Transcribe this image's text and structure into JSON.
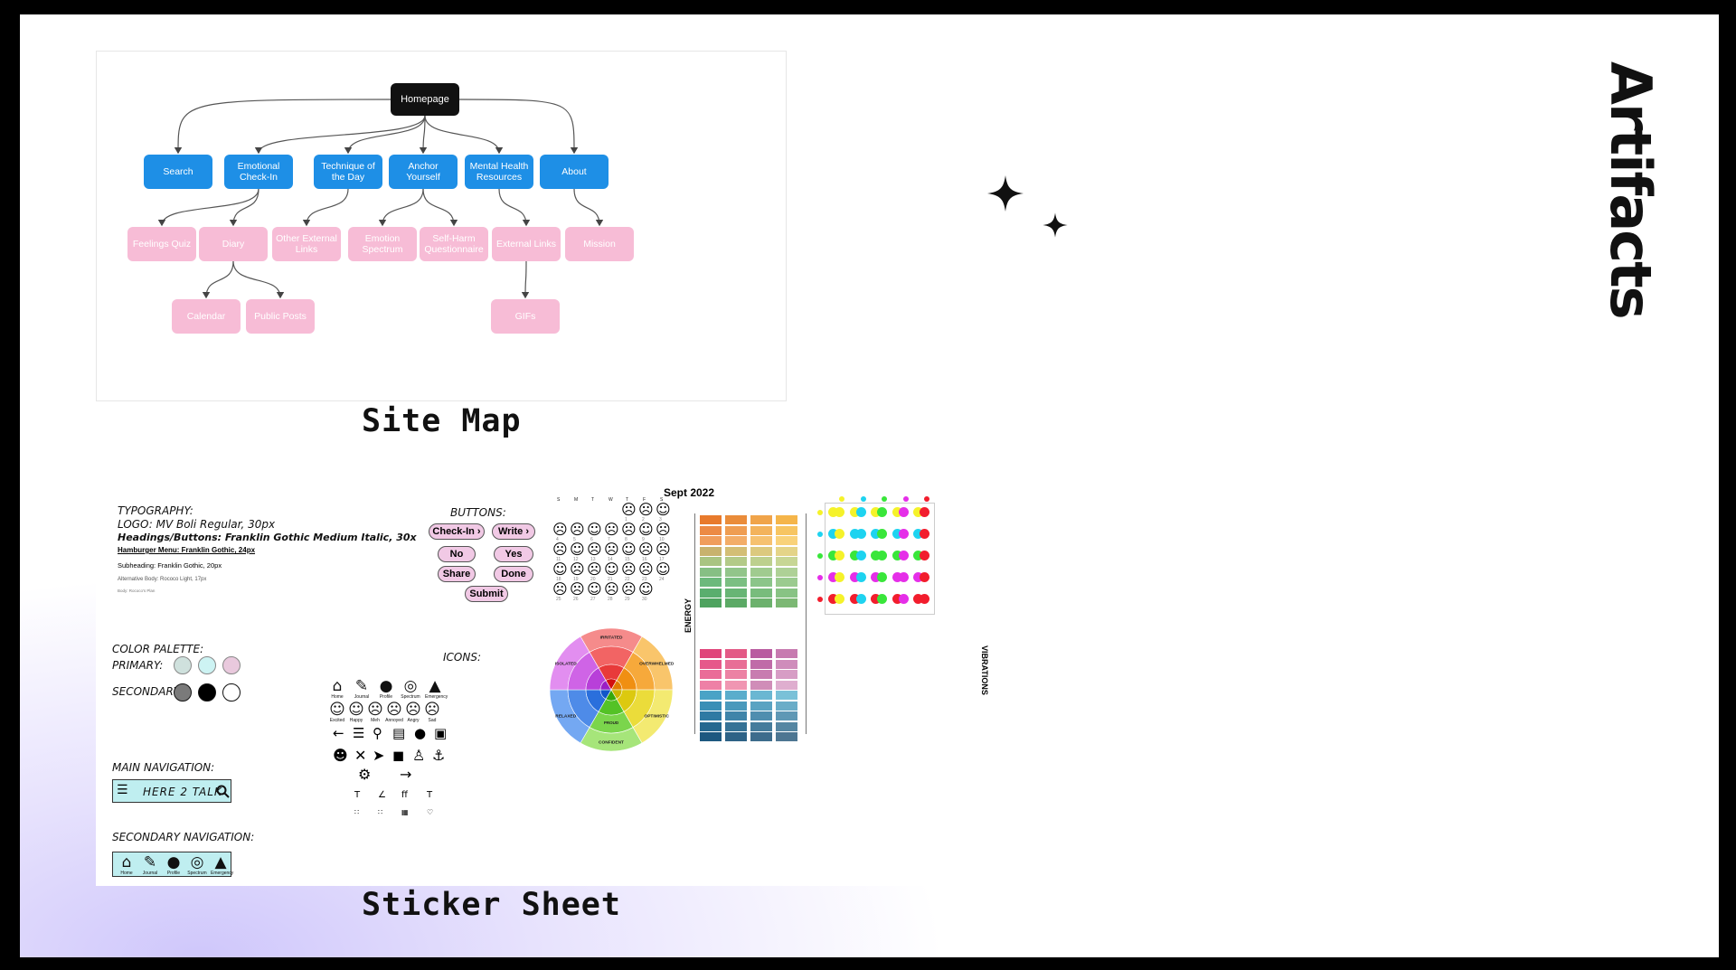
{
  "slide": {
    "title": "Artifacts"
  },
  "captions": {
    "site_map": "Site Map",
    "sticker_sheet": "Sticker Sheet"
  },
  "sitemap": {
    "root": "Homepage",
    "level1": [
      "Search",
      "Emotional Check-In",
      "Technique of the Day",
      "Anchor Yourself",
      "Mental Health Resources",
      "About"
    ],
    "level2": [
      "Feelings Quiz",
      "Diary",
      "Other External Links",
      "Emotion Spectrum",
      "Self-Harm Questionnaire",
      "External Links",
      "Mission"
    ],
    "level3": [
      "Calendar",
      "Public Posts",
      "GIFs"
    ],
    "colors": {
      "root": "#111111",
      "level1": "#1e8fe6",
      "level2": "#f7bcd6"
    }
  },
  "sticker": {
    "typography": {
      "heading": "TYPOGRAPHY:",
      "logo": "LOGO: MV Boli Regular, 30px",
      "headings": "Headings/Buttons: Franklin Gothic Medium Italic, 30x",
      "hamburger": "Hamburger Menu: Franklin Gothic, 24px",
      "subheading": "Subheading: Franklin Gothic, 20px",
      "alt_body": "Alternative Body: Rococo Light, 17px",
      "body": "Body: Rococo's Plan"
    },
    "palette": {
      "heading": "COLOR PALETTE:",
      "primary_label": "PRIMARY:",
      "secondary_label": "SECONDARY:",
      "primary": [
        "#cfe1dd",
        "#cdf3f3",
        "#e9c9dd"
      ],
      "secondary": [
        "#7a7a7a",
        "#000000",
        "#ffffff"
      ]
    },
    "buttons": {
      "heading": "BUTTONS:",
      "items": [
        "Check-In",
        "Write",
        "No",
        "Yes",
        "Share",
        "Done",
        "Submit"
      ]
    },
    "icons": {
      "heading": "ICONS:",
      "row1": [
        "Home",
        "Journal",
        "Profile",
        "Spectrum",
        "Emergency"
      ],
      "row2": [
        "Excited",
        "Happy",
        "Meh",
        "Annoyed",
        "Angry",
        "Sad"
      ]
    },
    "main_nav": {
      "heading": "MAIN NAVIGATION:",
      "label": "HERE 2 TALK"
    },
    "secondary_nav": {
      "heading": "SECONDARY NAVIGATION:",
      "items": [
        "Home",
        "Journal",
        "Profile",
        "Spectrum",
        "Emergency"
      ]
    },
    "calendar": {
      "title": "Sept 2022",
      "weekdays": [
        "S",
        "M",
        "T",
        "W",
        "T",
        "F",
        "S"
      ],
      "days": 30,
      "first_weekday": 4
    },
    "wheel": {
      "labels": [
        "IRRITATED",
        "OVERWHELMED",
        "OPTIMISTIC",
        "CONFIDENT",
        "RELAXED",
        "ISOLATED"
      ],
      "center_label": "PROUD"
    },
    "mood_meter": {
      "y_label": "ENERGY",
      "x_label": "VIBRATIONS"
    }
  }
}
